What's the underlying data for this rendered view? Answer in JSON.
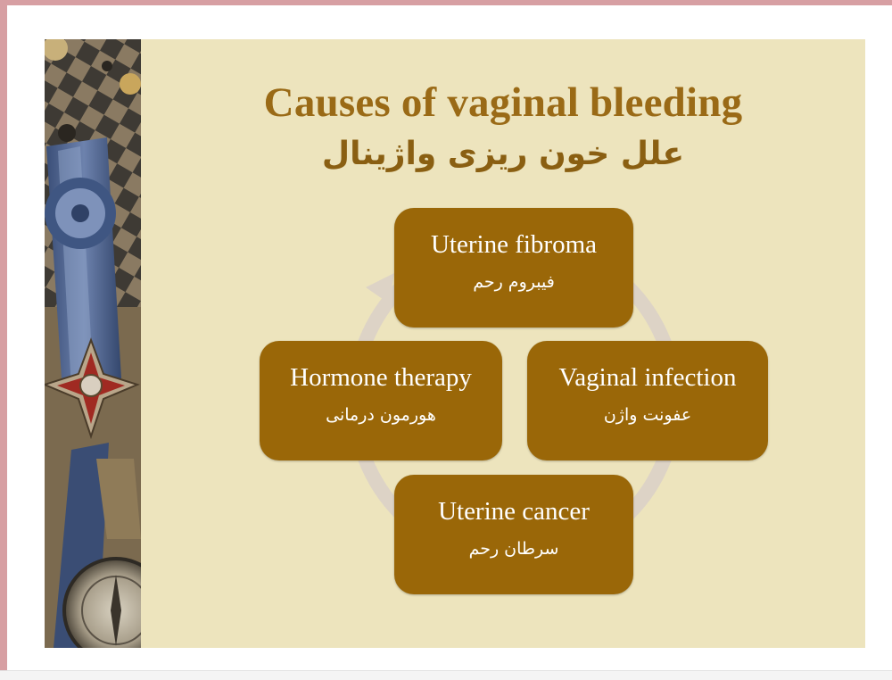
{
  "slide": {
    "title_en": "Causes of  vaginal bleeding",
    "title_fa": "علل خون ریزی واژینال"
  },
  "cycle": {
    "nodes": [
      {
        "en": "Uterine fibroma",
        "fa": "فیبروم رحم"
      },
      {
        "en": "Hormone therapy",
        "fa": "هورمون درمانی"
      },
      {
        "en": "Vaginal  infection",
        "fa": "عفونت واژن"
      },
      {
        "en": "Uterine cancer",
        "fa": "سرطان رحم"
      }
    ]
  },
  "colors": {
    "slide_background": "#ede4bd",
    "title": "#9a6a16",
    "node_fill": "#9a6708",
    "node_text": "#ffffff",
    "ring": "#ddd3c6",
    "frame": "#d79fa3"
  }
}
